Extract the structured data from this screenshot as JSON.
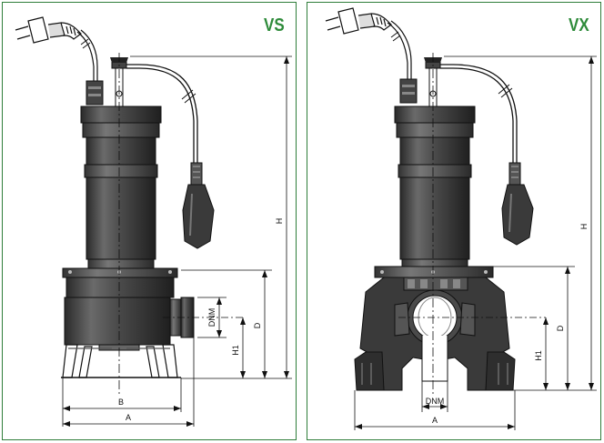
{
  "panels": {
    "vs": {
      "title": "VS",
      "dims": {
        "H": "H",
        "D": "D",
        "H1": "H1",
        "DNM": "DNM",
        "B": "B",
        "A": "A"
      }
    },
    "vx": {
      "title": "VX",
      "dims": {
        "H": "H",
        "D": "D",
        "H1": "H1",
        "DNM": "DNM",
        "A": "A"
      }
    }
  },
  "colors": {
    "frame": "#2e7d3a",
    "title": "#2e8b3a",
    "pump_dark": "#3a3a3a",
    "pump_mid": "#555555",
    "line": "#111111"
  }
}
